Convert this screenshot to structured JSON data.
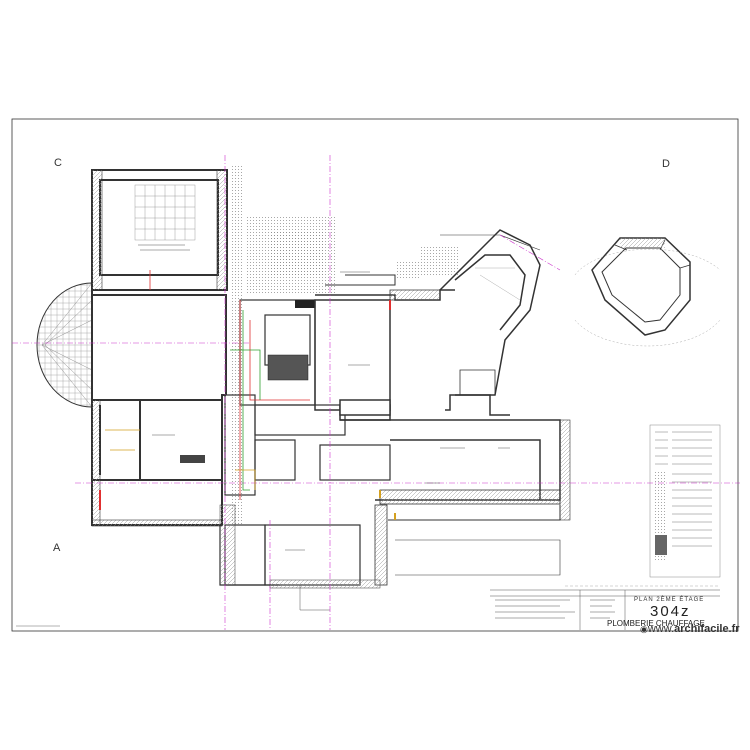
{
  "grid_labels": {
    "c": "C",
    "d": "D",
    "a": "A"
  },
  "title_block": {
    "plan_title": "PLAN 2ÈME ÉTAGE",
    "drawing_number": "304z",
    "subtitle": "PLOMBERIE CHAUFFAGE"
  },
  "watermark": {
    "icon": "camera-icon",
    "site": "archifacile.fr",
    "prefix": "www."
  },
  "colors": {
    "line": "#3a3a3a",
    "axis": "#cc33cc",
    "pipe_red": "#e03030",
    "pipe_green": "#30a030",
    "pipe_yellow": "#d4a020",
    "hatch": "#9a9a9a"
  }
}
